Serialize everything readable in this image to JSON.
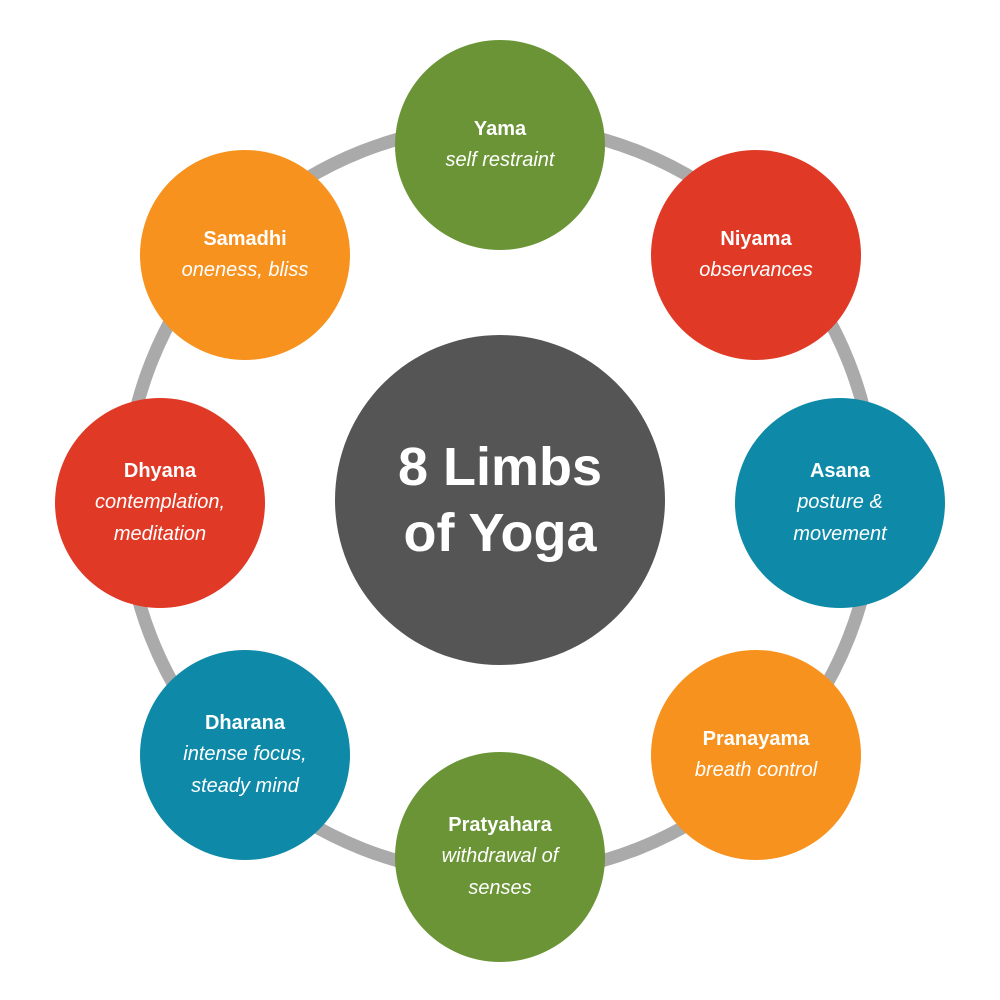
{
  "center": {
    "title_line1": "8 Limbs",
    "title_line2": "of Yoga",
    "color": "#555555"
  },
  "ring": {
    "color": "#aaaaaa"
  },
  "limbs": [
    {
      "key": "yama",
      "name": "Yama",
      "description": "self restraint",
      "color": "#6a9435"
    },
    {
      "key": "niyama",
      "name": "Niyama",
      "description": "observances",
      "color": "#e03a26"
    },
    {
      "key": "asana",
      "name": "Asana",
      "description": "posture &\nmovement",
      "color": "#0e8aa8"
    },
    {
      "key": "pranayama",
      "name": "Pranayama",
      "description": "breath control",
      "color": "#f7921e"
    },
    {
      "key": "pratyahara",
      "name": "Pratyahara",
      "description": "withdrawal of\nsenses",
      "color": "#6a9435"
    },
    {
      "key": "dharana",
      "name": "Dharana",
      "description": "intense focus,\nsteady mind",
      "color": "#0e8aa8"
    },
    {
      "key": "dhyana",
      "name": "Dhyana",
      "description": "contemplation,\nmeditation",
      "color": "#e03a26"
    },
    {
      "key": "samadhi",
      "name": "Samadhi",
      "description": "oneness, bliss",
      "color": "#f7921e"
    }
  ]
}
